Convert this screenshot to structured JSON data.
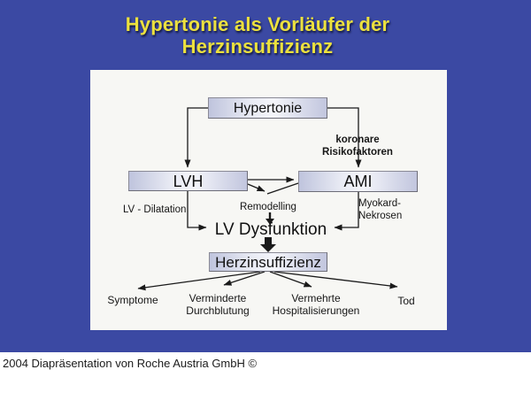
{
  "slide": {
    "title_line1": "Hypertonie als Vorläufer der",
    "title_line2": "Herzinsuffizienz"
  },
  "diagram": {
    "nodes": {
      "hypertonie": "Hypertonie",
      "lvh": "LVH",
      "ami": "AMI",
      "lv_dysfunktion": "LV Dysfunktion",
      "herzinsuffizienz": "Herzinsuffizienz"
    },
    "labels": {
      "koronare_line1": "koronare",
      "koronare_line2": "Risikofaktoren",
      "lv_dilatation": "LV - Dilatation",
      "remodelling": "Remodelling",
      "myokard_line1": "Myokard-",
      "myokard_line2": "Nekrosen"
    },
    "outcomes": [
      {
        "line1": "Symptome",
        "line2": ""
      },
      {
        "line1": "Verminderte",
        "line2": "Durchblutung"
      },
      {
        "line1": "Vermehrte",
        "line2": "Hospitalisierungen"
      },
      {
        "line1": "Tod",
        "line2": ""
      }
    ]
  },
  "footer": {
    "text": "2004 Diapräsentation von Roche Austria GmbH ©"
  },
  "colors": {
    "slide_background": "#3b49a3",
    "title_text": "#ece13e",
    "panel_background": "#f7f7f4",
    "node_fill": "#ccd0e4",
    "node_border": "#808080",
    "line_color": "#1a1a1a",
    "footer_background": "#ffffff",
    "footer_text": "#1c1c1c"
  }
}
